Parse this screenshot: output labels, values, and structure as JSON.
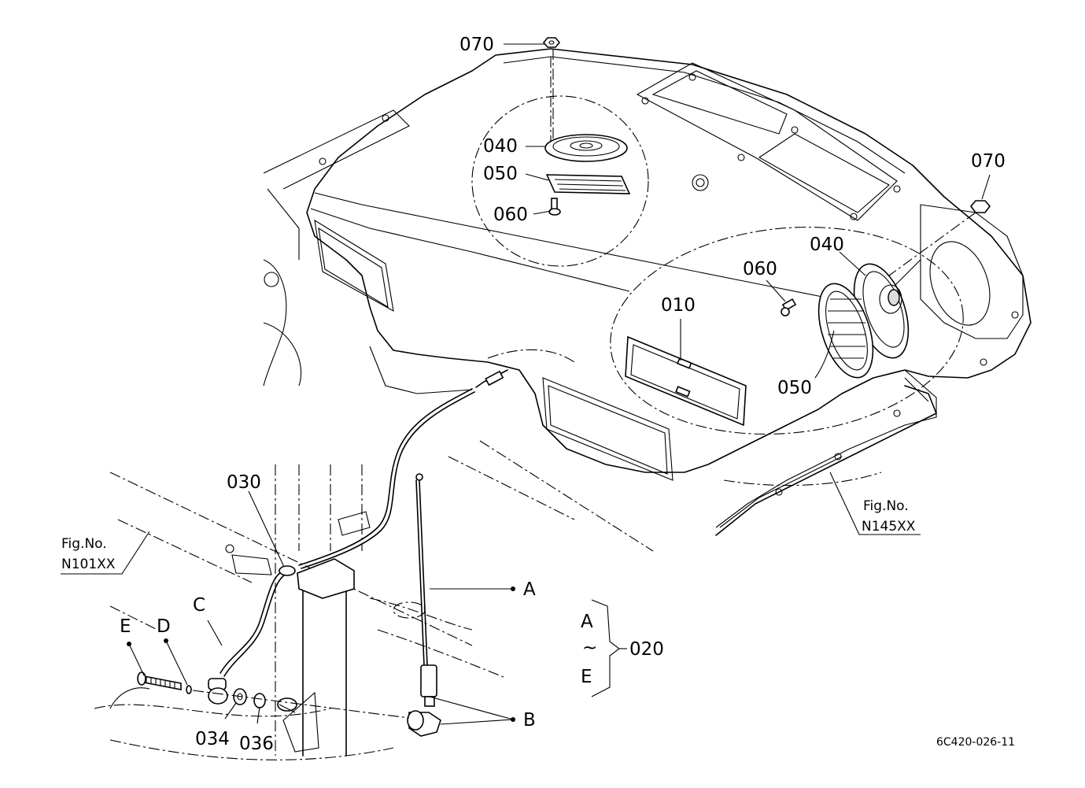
{
  "parts": {
    "p070_top": "070",
    "p040_top": "040",
    "p050_top": "050",
    "p060_top": "060",
    "p070_right": "070",
    "p040_right": "040",
    "p060_right": "060",
    "p010": "010",
    "p050_right": "050",
    "p030": "030",
    "p034": "034",
    "p036": "036",
    "p020": "020"
  },
  "callouts": {
    "A": "A",
    "B": "B",
    "C": "C",
    "D": "D",
    "E": "E"
  },
  "range": {
    "from": "A",
    "tilde": "~",
    "to": "E"
  },
  "refs": {
    "left_prefix": "Fig.No.",
    "left_code": "N101XX",
    "right_prefix": "Fig.No.",
    "right_code": "N145XX"
  },
  "drawing_code": "6C420-026-11"
}
